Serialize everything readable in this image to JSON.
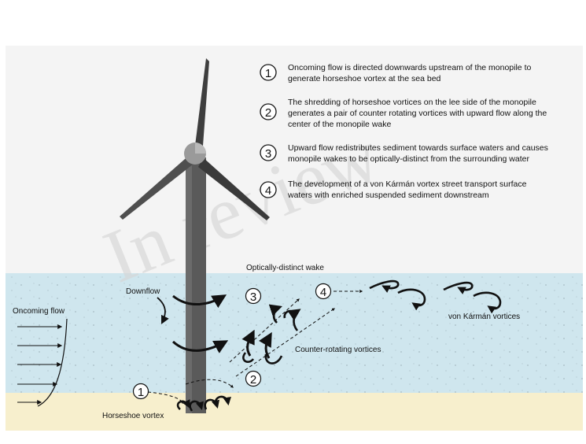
{
  "legend": [
    {
      "number": "1",
      "line1": "Oncoming flow is directed downwards upstream of the monopile to",
      "line2": "generate horseshoe vortex at the sea bed",
      "line3": ""
    },
    {
      "number": "2",
      "line1": "The shredding of horseshoe vortices on the lee side of the monopile",
      "line2": "generates a pair of counter rotating vortices with upward flow along the",
      "line3": "center of the monopile wake"
    },
    {
      "number": "3",
      "line1": "Upward flow redistributes sediment towards surface waters and causes",
      "line2": "monopile wakes to be optically-distinct from the surrounding water",
      "line3": ""
    },
    {
      "number": "4",
      "line1": "The development of a von Kármán vortex street transport surface",
      "line2": "waters with enriched suspended sediment downstream",
      "line3": ""
    }
  ],
  "labels": {
    "optically_distinct_wake": "Optically-distinct wake",
    "downflow": "Downflow",
    "oncoming_flow": "Oncoming flow",
    "von_karman_vortices": "von Kármán vortices",
    "counter_rotating_vortices": "Counter-rotating vortices",
    "horseshoe_vortex": "Horseshoe vortex"
  },
  "markers": {
    "m1": "1",
    "m2": "2",
    "m3": "3",
    "m4": "4"
  },
  "watermark": "In review",
  "colors": {
    "water": "#cfe6ee",
    "seabed": "#f7efcd",
    "tower": "#5a5a5a",
    "blade": "#4a4a4a",
    "arrow": "#111111"
  }
}
